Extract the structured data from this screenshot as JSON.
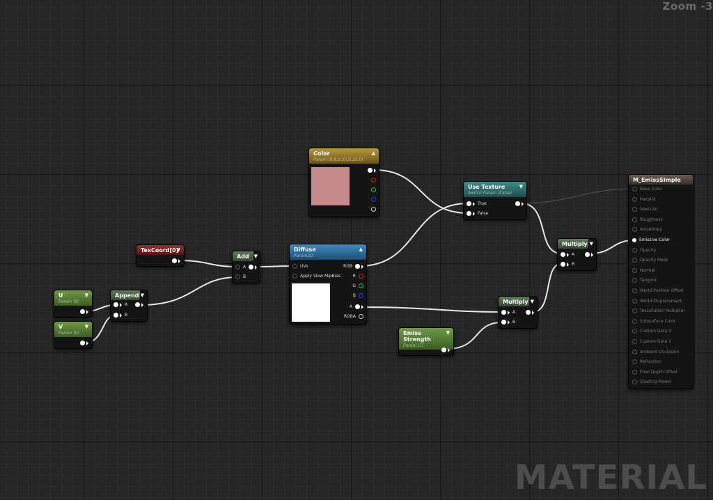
{
  "zoom": "Zoom -3",
  "watermark": "MATERIAL",
  "nodes": {
    "u": {
      "title": "U",
      "sub": "Param (0)"
    },
    "v": {
      "title": "V",
      "sub": "Param (0)"
    },
    "append": {
      "title": "Append",
      "pins": [
        "A",
        "B"
      ]
    },
    "texcoord": {
      "title": "TexCoord[0]"
    },
    "add": {
      "title": "Add",
      "pins": [
        "A",
        "B"
      ]
    },
    "color": {
      "title": "Color",
      "sub": "Param (0.8,0.25,0.25,0)",
      "swatch": "#c58a8c"
    },
    "diffuse": {
      "title": "Diffuse",
      "sub": "Param2D",
      "inputs": [
        "UVs",
        "Apply View MipBias"
      ],
      "outputs": [
        "RGB",
        "R",
        "G",
        "B",
        "A",
        "RGBA"
      ]
    },
    "use_texture": {
      "title": "Use Texture",
      "sub": "Switch Param (False)",
      "pins": [
        "True",
        "False"
      ]
    },
    "multiply1": {
      "title": "Multiply",
      "pins": [
        "A",
        "B"
      ]
    },
    "multiply2": {
      "title": "Multiply",
      "pins": [
        "A",
        "B"
      ]
    },
    "emiss": {
      "title": "Emiss Strength",
      "sub": "Param (1)"
    },
    "material": {
      "title": "M_EmissSimple",
      "pins": [
        "Base Color",
        "Metallic",
        "Specular",
        "Roughness",
        "Anisotropy",
        "Emissive Color",
        "Opacity",
        "Opacity Mask",
        "Normal",
        "Tangent",
        "World Position Offset",
        "World Displacement",
        "Tessellation Multiplier",
        "Subsurface Color",
        "Custom Data 0",
        "Custom Data 1",
        "Ambient Occlusion",
        "Refraction",
        "Pixel Depth Offset",
        "Shading Model"
      ],
      "active_pin": "Emissive Color"
    }
  }
}
